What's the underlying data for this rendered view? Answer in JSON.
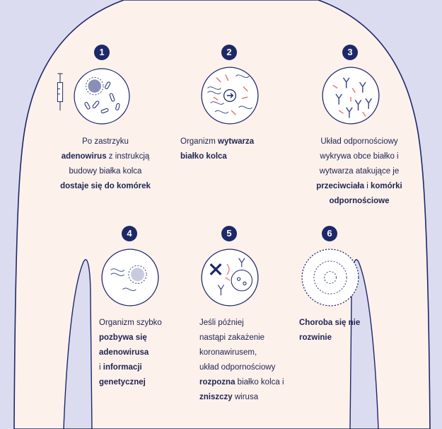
{
  "colors": {
    "navy": "#1c2868",
    "body_fill": "#fdf1ec",
    "side_lilac": "#dcdcf0",
    "top_band": "#fde3dc",
    "red_strand": "#e07a6a",
    "blue_strand": "#3c4a8c"
  },
  "steps": [
    {
      "number": "1",
      "icon": "injection-adenovirus-icon",
      "lines": [
        [
          {
            "t": "Po zastrzyku",
            "b": false
          }
        ],
        [
          {
            "t": "adenowirus",
            "b": true
          },
          {
            "t": " z instrukcją",
            "b": false
          }
        ],
        [
          {
            "t": "budowy białka kolca",
            "b": false
          }
        ],
        [
          {
            "t": "dostaje się do komórek",
            "b": true
          }
        ]
      ]
    },
    {
      "number": "2",
      "icon": "cell-produces-spike-icon",
      "lines": [
        [
          {
            "t": "Organizm ",
            "b": false
          },
          {
            "t": "wytwarza",
            "b": true
          }
        ],
        [
          {
            "t": "białko kolca",
            "b": true
          }
        ]
      ]
    },
    {
      "number": "3",
      "icon": "antibodies-icon",
      "lines": [
        [
          {
            "t": "Układ odpornościowy",
            "b": false
          }
        ],
        [
          {
            "t": "wykrywa obce białko i",
            "b": false
          }
        ],
        [
          {
            "t": "wytwarza atakujące je",
            "b": false
          }
        ],
        [
          {
            "t": "przeciwciała",
            "b": true
          },
          {
            "t": " i ",
            "b": false
          },
          {
            "t": "komórki",
            "b": true
          }
        ],
        [
          {
            "t": "odpornościowe",
            "b": true
          }
        ]
      ]
    },
    {
      "number": "4",
      "icon": "adenovirus-removed-icon",
      "lines": [
        [
          {
            "t": "Organizm szybko",
            "b": false
          }
        ],
        [
          {
            "t": "pozbywa się",
            "b": true
          }
        ],
        [
          {
            "t": "adenowirusa",
            "b": true
          }
        ],
        [
          {
            "t": "i ",
            "b": false
          },
          {
            "t": "informacji",
            "b": true
          }
        ],
        [
          {
            "t": "genetycznej",
            "b": true
          }
        ]
      ]
    },
    {
      "number": "5",
      "icon": "virus-destroyed-icon",
      "lines": [
        [
          {
            "t": "Jeśli później",
            "b": false
          }
        ],
        [
          {
            "t": "nastąpi zakażenie",
            "b": false
          }
        ],
        [
          {
            "t": "koronawirusem,",
            "b": false
          }
        ],
        [
          {
            "t": "układ odpornościowy",
            "b": false
          }
        ],
        [
          {
            "t": "rozpozna",
            "b": true
          },
          {
            "t": " białko kolca i",
            "b": false
          }
        ],
        [
          {
            "t": "zniszczy",
            "b": true
          },
          {
            "t": " wirusa",
            "b": false
          }
        ]
      ]
    },
    {
      "number": "6",
      "icon": "healthy-cell-icon",
      "lines": [
        [
          {
            "t": "Choroba się nie",
            "b": true
          }
        ],
        [
          {
            "t": "rozwinie",
            "b": true
          }
        ]
      ]
    }
  ]
}
